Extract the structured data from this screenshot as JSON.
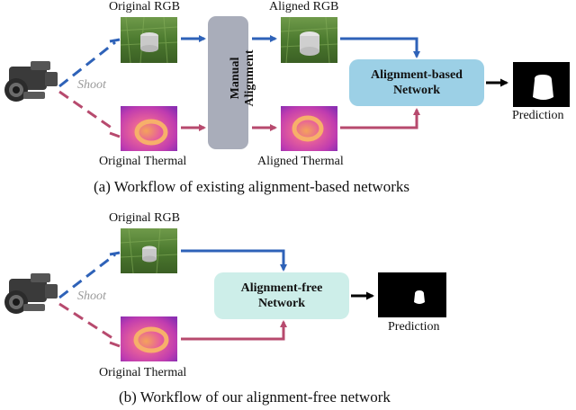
{
  "section_a": {
    "caption": "(a) Workflow of existing alignment-based networks",
    "original_rgb": "Original RGB",
    "aligned_rgb": "Aligned RGB",
    "original_thermal": "Original Thermal",
    "aligned_thermal": "Aligned Thermal",
    "shoot": "Shoot",
    "manual_line1": "Manual",
    "manual_line2": "Alignment",
    "network_line1": "Alignment-based",
    "network_line2": "Network",
    "prediction": "Prediction"
  },
  "section_b": {
    "caption": "(b) Workflow of our alignment-free network",
    "original_rgb": "Original RGB",
    "original_thermal": "Original Thermal",
    "shoot": "Shoot",
    "network_line1": "Alignment-free",
    "network_line2": "Network",
    "prediction": "Prediction"
  },
  "colors": {
    "rgb_arrow": "#2e62b8",
    "thermal_arrow": "#b74a6e",
    "alignment_based_box": "#9cd0e6",
    "alignment_free_box": "#cdeee9",
    "manual_box": "#a9adba"
  }
}
